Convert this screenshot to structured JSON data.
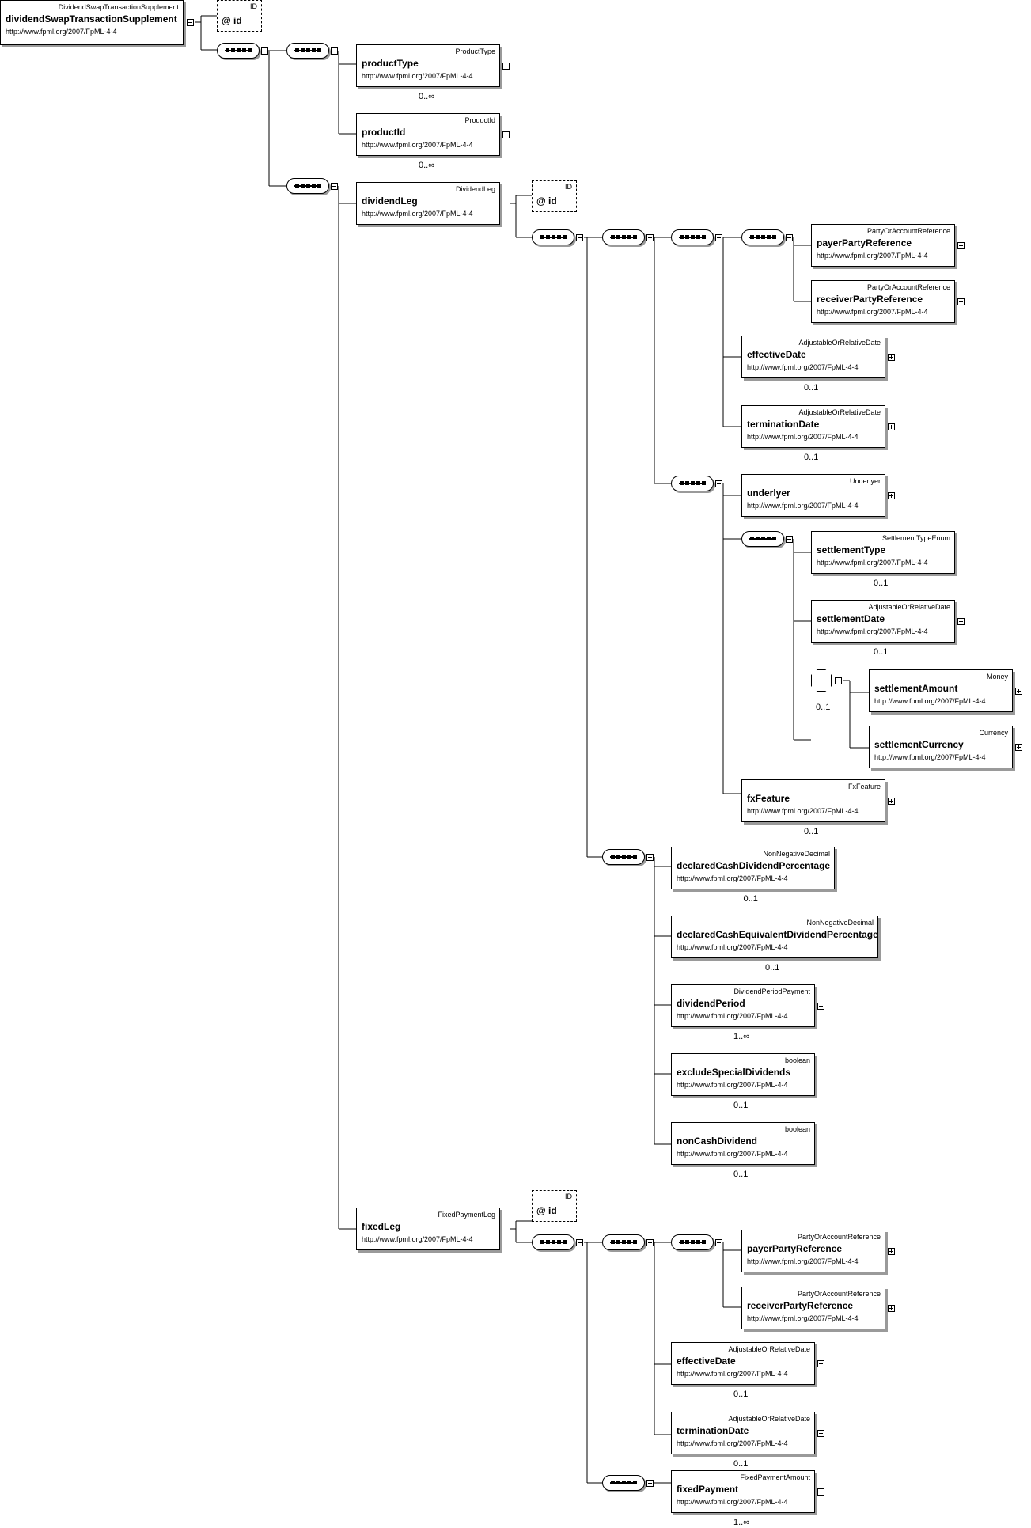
{
  "root": {
    "type": "DividendSwapTransactionSupplement",
    "name": "dividendSwapTransactionSupplement",
    "ns": "http://www.fpml.org/2007/FpML-4-4"
  },
  "attributes": {
    "root_id": {
      "type": "ID",
      "name": "@ id"
    },
    "dividendLeg_id": {
      "type": "ID",
      "name": "@ id"
    },
    "fixedLeg_id": {
      "type": "ID",
      "name": "@ id"
    }
  },
  "elements": [
    {
      "key": "productType",
      "type": "ProductType",
      "name": "productType",
      "ns": "http://www.fpml.org/2007/FpML-4-4",
      "card": "0..∞",
      "expandable": true
    },
    {
      "key": "productId",
      "type": "ProductId",
      "name": "productId",
      "ns": "http://www.fpml.org/2007/FpML-4-4",
      "card": "0..∞",
      "expandable": true
    },
    {
      "key": "dividendLeg",
      "type": "DividendLeg",
      "name": "dividendLeg",
      "ns": "http://www.fpml.org/2007/FpML-4-4",
      "card": "",
      "expandable": false
    },
    {
      "key": "dl_payer",
      "type": "PartyOrAccountReference",
      "name": "payerPartyReference",
      "ns": "http://www.fpml.org/2007/FpML-4-4",
      "card": "",
      "expandable": true
    },
    {
      "key": "dl_receiver",
      "type": "PartyOrAccountReference",
      "name": "receiverPartyReference",
      "ns": "http://www.fpml.org/2007/FpML-4-4",
      "card": "",
      "expandable": true
    },
    {
      "key": "dl_effective",
      "type": "AdjustableOrRelativeDate",
      "name": "effectiveDate",
      "ns": "http://www.fpml.org/2007/FpML-4-4",
      "card": "0..1",
      "expandable": true
    },
    {
      "key": "dl_termination",
      "type": "AdjustableOrRelativeDate",
      "name": "terminationDate",
      "ns": "http://www.fpml.org/2007/FpML-4-4",
      "card": "0..1",
      "expandable": true
    },
    {
      "key": "underlyer",
      "type": "Underlyer",
      "name": "underlyer",
      "ns": "http://www.fpml.org/2007/FpML-4-4",
      "card": "",
      "expandable": true
    },
    {
      "key": "settlementType",
      "type": "SettlementTypeEnum",
      "name": "settlementType",
      "ns": "http://www.fpml.org/2007/FpML-4-4",
      "card": "0..1",
      "expandable": false
    },
    {
      "key": "settlementDate",
      "type": "AdjustableOrRelativeDate",
      "name": "settlementDate",
      "ns": "http://www.fpml.org/2007/FpML-4-4",
      "card": "0..1",
      "expandable": true
    },
    {
      "key": "settlementAmount",
      "type": "Money",
      "name": "settlementAmount",
      "ns": "http://www.fpml.org/2007/FpML-4-4",
      "card": "",
      "expandable": true
    },
    {
      "key": "settlementCurrency",
      "type": "Currency",
      "name": "settlementCurrency",
      "ns": "http://www.fpml.org/2007/FpML-4-4",
      "card": "",
      "expandable": true
    },
    {
      "key": "fxFeature",
      "type": "FxFeature",
      "name": "fxFeature",
      "ns": "http://www.fpml.org/2007/FpML-4-4",
      "card": "0..1",
      "expandable": true
    },
    {
      "key": "declaredCash",
      "type": "NonNegativeDecimal",
      "name": "declaredCashDividendPercentage",
      "ns": "http://www.fpml.org/2007/FpML-4-4",
      "card": "0..1",
      "expandable": false
    },
    {
      "key": "declaredCashEq",
      "type": "NonNegativeDecimal",
      "name": "declaredCashEquivalentDividendPercentage",
      "ns": "http://www.fpml.org/2007/FpML-4-4",
      "card": "0..1",
      "expandable": false
    },
    {
      "key": "dividendPeriod",
      "type": "DividendPeriodPayment",
      "name": "dividendPeriod",
      "ns": "http://www.fpml.org/2007/FpML-4-4",
      "card": "1..∞",
      "expandable": true
    },
    {
      "key": "excludeSpecial",
      "type": "boolean",
      "name": "excludeSpecialDividends",
      "ns": "http://www.fpml.org/2007/FpML-4-4",
      "card": "0..1",
      "expandable": false
    },
    {
      "key": "nonCash",
      "type": "boolean",
      "name": "nonCashDividend",
      "ns": "http://www.fpml.org/2007/FpML-4-4",
      "card": "0..1",
      "expandable": false
    },
    {
      "key": "fixedLeg",
      "type": "FixedPaymentLeg",
      "name": "fixedLeg",
      "ns": "http://www.fpml.org/2007/FpML-4-4",
      "card": "",
      "expandable": false
    },
    {
      "key": "fl_payer",
      "type": "PartyOrAccountReference",
      "name": "payerPartyReference",
      "ns": "http://www.fpml.org/2007/FpML-4-4",
      "card": "",
      "expandable": true
    },
    {
      "key": "fl_receiver",
      "type": "PartyOrAccountReference",
      "name": "receiverPartyReference",
      "ns": "http://www.fpml.org/2007/FpML-4-4",
      "card": "",
      "expandable": true
    },
    {
      "key": "fl_effective",
      "type": "AdjustableOrRelativeDate",
      "name": "effectiveDate",
      "ns": "http://www.fpml.org/2007/FpML-4-4",
      "card": "0..1",
      "expandable": true
    },
    {
      "key": "fl_termination",
      "type": "AdjustableOrRelativeDate",
      "name": "terminationDate",
      "ns": "http://www.fpml.org/2007/FpML-4-4",
      "card": "0..1",
      "expandable": true
    },
    {
      "key": "fixedPayment",
      "type": "FixedPaymentAmount",
      "name": "fixedPayment",
      "ns": "http://www.fpml.org/2007/FpML-4-4",
      "card": "1..∞",
      "expandable": true
    }
  ],
  "choice": {
    "card": "0..1"
  }
}
